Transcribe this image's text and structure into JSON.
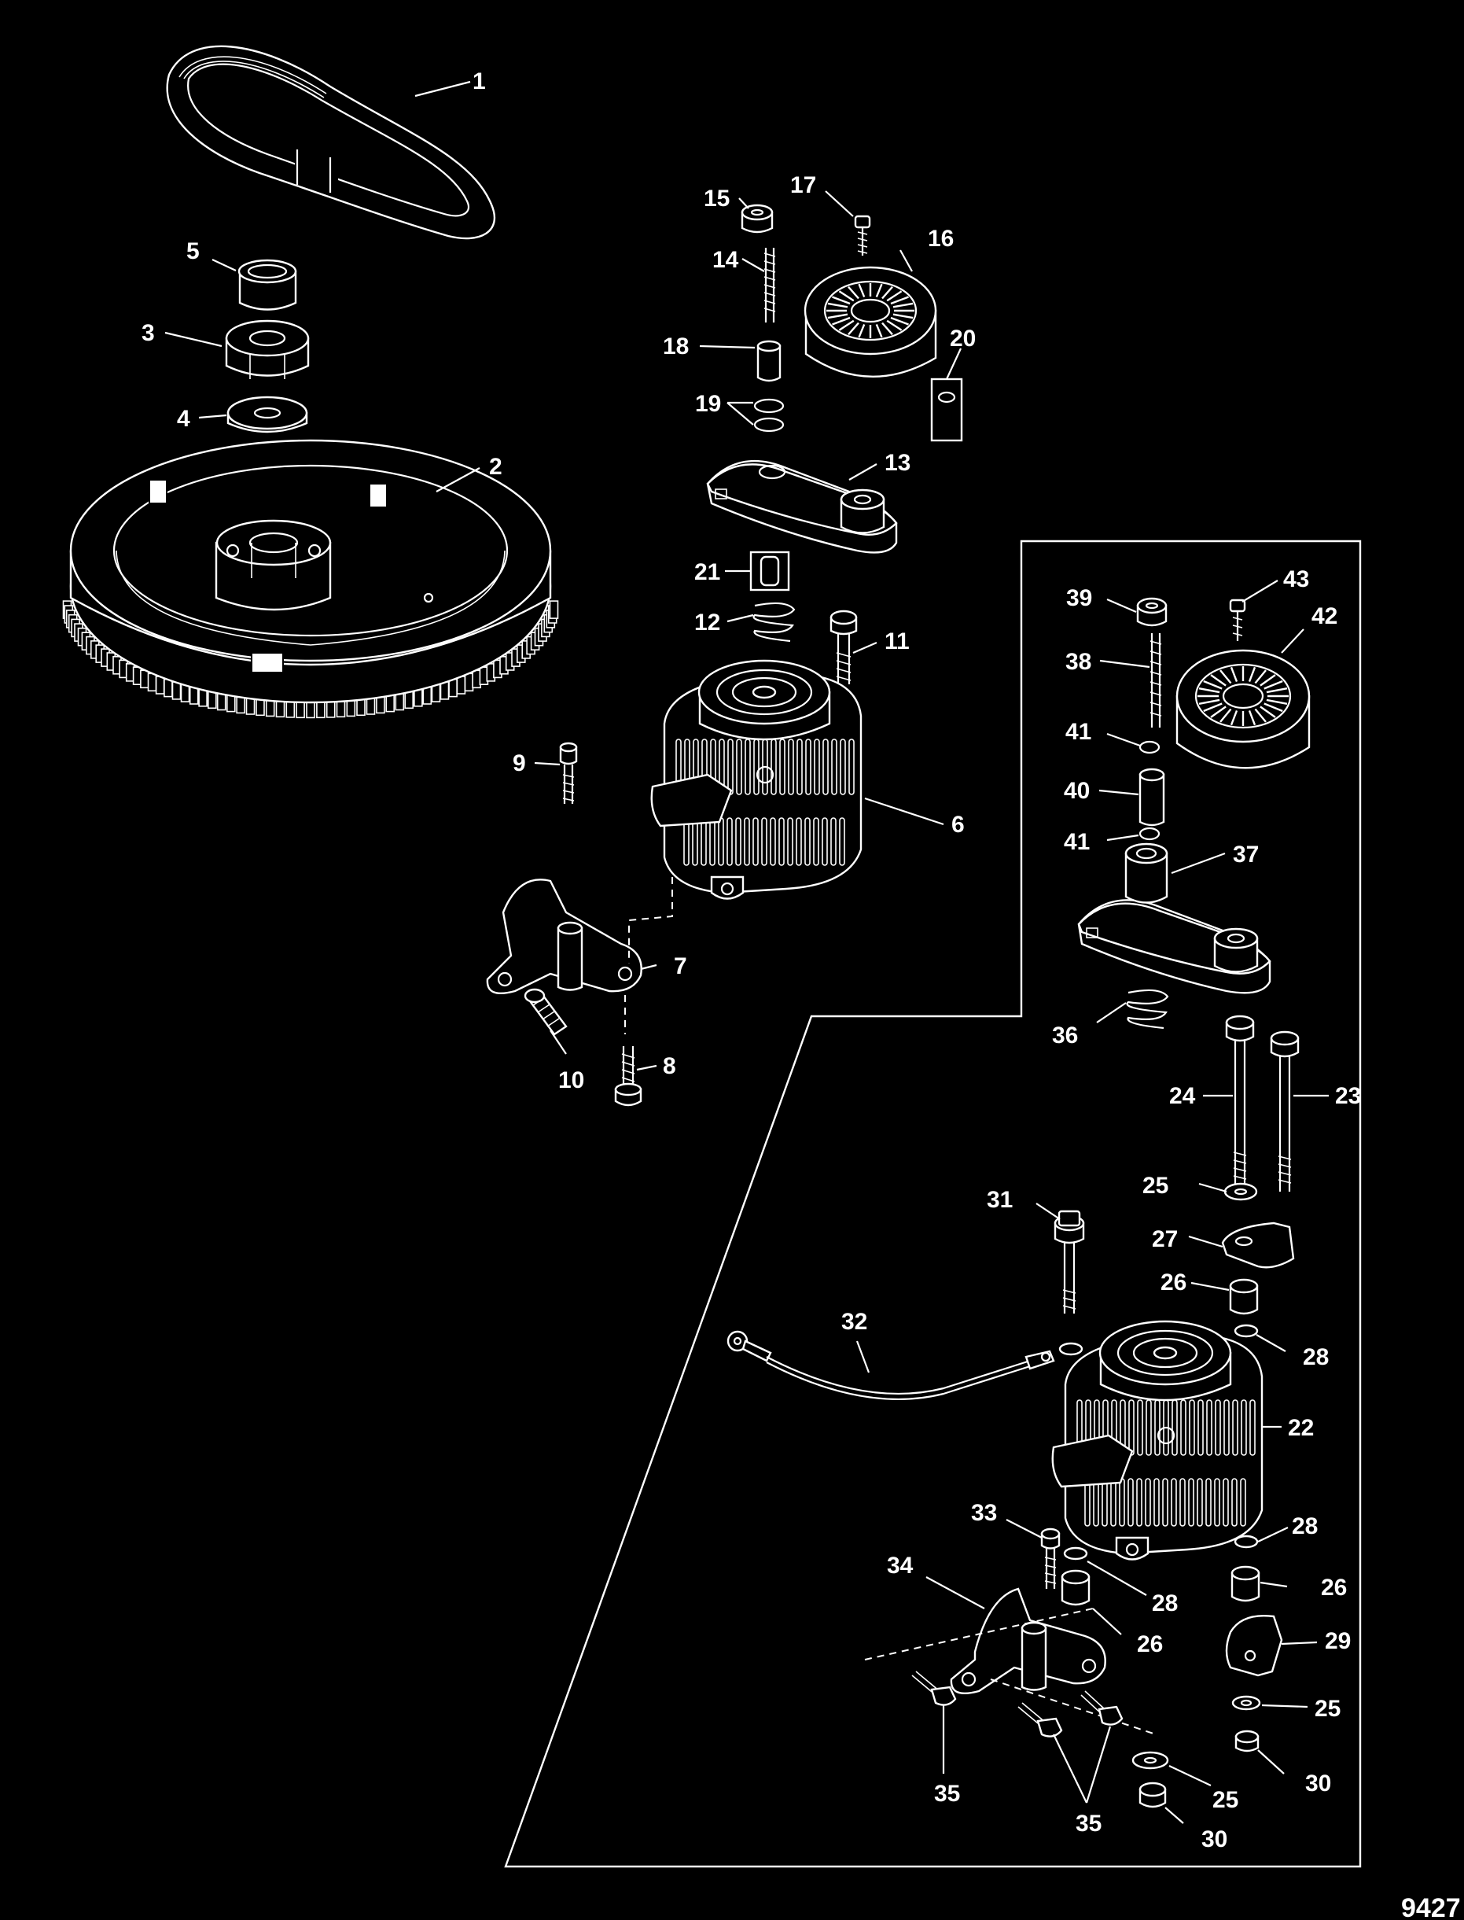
{
  "figure": {
    "number": "9427"
  },
  "callouts": [
    {
      "id": "c1",
      "label": "1"
    },
    {
      "id": "c2",
      "label": "2"
    },
    {
      "id": "c3",
      "label": "3"
    },
    {
      "id": "c4",
      "label": "4"
    },
    {
      "id": "c5",
      "label": "5"
    },
    {
      "id": "c6",
      "label": "6"
    },
    {
      "id": "c7",
      "label": "7"
    },
    {
      "id": "c8",
      "label": "8"
    },
    {
      "id": "c9",
      "label": "9"
    },
    {
      "id": "c10",
      "label": "10"
    },
    {
      "id": "c11",
      "label": "11"
    },
    {
      "id": "c12",
      "label": "12"
    },
    {
      "id": "c13",
      "label": "13"
    },
    {
      "id": "c14",
      "label": "14"
    },
    {
      "id": "c15",
      "label": "15"
    },
    {
      "id": "c16",
      "label": "16"
    },
    {
      "id": "c17",
      "label": "17"
    },
    {
      "id": "c18",
      "label": "18"
    },
    {
      "id": "c19",
      "label": "19"
    },
    {
      "id": "c20",
      "label": "20"
    },
    {
      "id": "c21",
      "label": "21"
    },
    {
      "id": "c22",
      "label": "22"
    },
    {
      "id": "c23",
      "label": "23"
    },
    {
      "id": "c24",
      "label": "24"
    },
    {
      "id": "c25a",
      "label": "25"
    },
    {
      "id": "c25b",
      "label": "25"
    },
    {
      "id": "c25c",
      "label": "25"
    },
    {
      "id": "c26a",
      "label": "26"
    },
    {
      "id": "c26b",
      "label": "26"
    },
    {
      "id": "c26c",
      "label": "26"
    },
    {
      "id": "c27",
      "label": "27"
    },
    {
      "id": "c28a",
      "label": "28"
    },
    {
      "id": "c28b",
      "label": "28"
    },
    {
      "id": "c28c",
      "label": "28"
    },
    {
      "id": "c29",
      "label": "29"
    },
    {
      "id": "c30a",
      "label": "30"
    },
    {
      "id": "c30b",
      "label": "30"
    },
    {
      "id": "c31",
      "label": "31"
    },
    {
      "id": "c32",
      "label": "32"
    },
    {
      "id": "c33",
      "label": "33"
    },
    {
      "id": "c34",
      "label": "34"
    },
    {
      "id": "c35a",
      "label": "35"
    },
    {
      "id": "c35b",
      "label": "35"
    },
    {
      "id": "c36",
      "label": "36"
    },
    {
      "id": "c37",
      "label": "37"
    },
    {
      "id": "c38",
      "label": "38"
    },
    {
      "id": "c39",
      "label": "39"
    },
    {
      "id": "c40",
      "label": "40"
    },
    {
      "id": "c41a",
      "label": "41"
    },
    {
      "id": "c41b",
      "label": "41"
    },
    {
      "id": "c42",
      "label": "42"
    },
    {
      "id": "c43",
      "label": "43"
    }
  ]
}
